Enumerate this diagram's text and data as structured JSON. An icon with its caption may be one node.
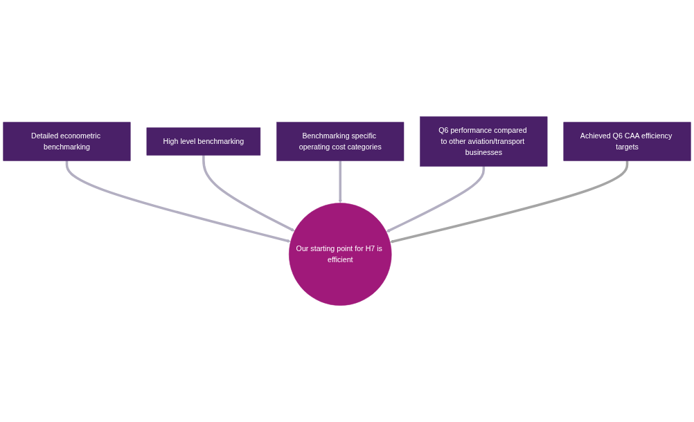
{
  "diagram": {
    "nodes": [
      {
        "text": [
          "Detailed econometric benchmarking"
        ]
      },
      {
        "text": [
          "High level benchmarking"
        ]
      },
      {
        "text": [
          "Benchmarking specific operating cost categories"
        ]
      },
      {
        "text": [
          "Q6 performance compared to other aviation/transport businesses"
        ]
      },
      {
        "text": [
          "Our starting point for H7 is efficient"
        ]
      },
      {
        "text": [
          "Achieved Q6 CAA efficiency targets"
        ]
      }
    ],
    "edges": [
      {
        "from": 0,
        "to": 4,
        "arrow": "to"
      },
      {
        "from": 1,
        "to": 4,
        "arrow": "to"
      },
      {
        "from": 2,
        "to": 4,
        "arrow": "to"
      },
      {
        "from": 3,
        "to": 4,
        "arrow": "to"
      },
      {
        "from": 5,
        "to": 4,
        "arrow": "to",
        "color": "#a5a5a5"
      }
    ]
  }
}
